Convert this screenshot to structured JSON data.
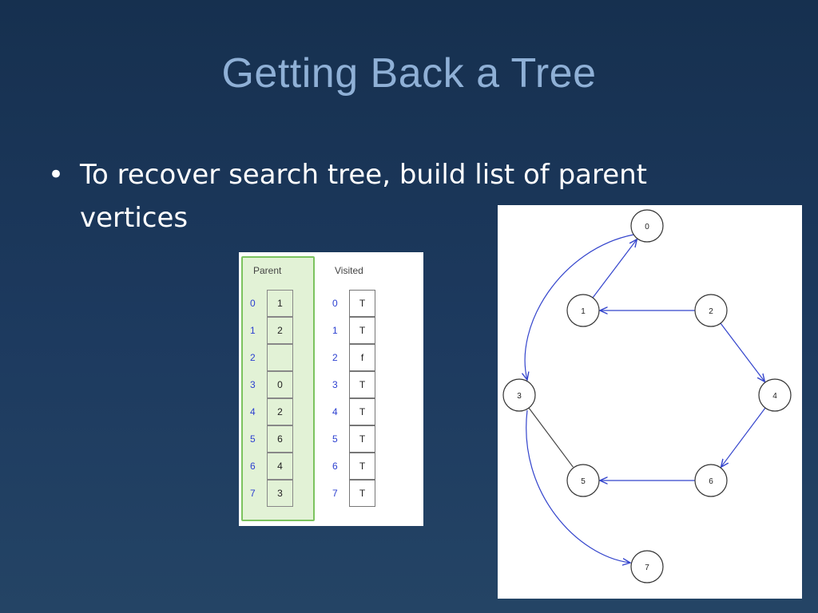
{
  "slide": {
    "title": "Getting Back a Tree",
    "bullet_symbol": "•",
    "bullet_text": "To recover search tree, build list of parent vertices"
  },
  "table": {
    "parent_header": "Parent",
    "visited_header": "Visited",
    "indices": [
      "0",
      "1",
      "2",
      "3",
      "4",
      "5",
      "6",
      "7"
    ],
    "parent_values": [
      "1",
      "2",
      "",
      "0",
      "2",
      "6",
      "4",
      "3"
    ],
    "visited_values": [
      "T",
      "T",
      "f",
      "T",
      "T",
      "T",
      "T",
      "T"
    ]
  },
  "graph": {
    "nodes": [
      {
        "id": "0",
        "label": "0"
      },
      {
        "id": "1",
        "label": "1"
      },
      {
        "id": "2",
        "label": "2"
      },
      {
        "id": "3",
        "label": "3"
      },
      {
        "id": "4",
        "label": "4"
      },
      {
        "id": "5",
        "label": "5"
      },
      {
        "id": "6",
        "label": "6"
      },
      {
        "id": "7",
        "label": "7"
      }
    ],
    "edges": [
      {
        "from": "1",
        "to": "0",
        "directed": true
      },
      {
        "from": "2",
        "to": "1",
        "directed": true
      },
      {
        "from": "2",
        "to": "4",
        "directed": true
      },
      {
        "from": "0",
        "to": "3",
        "directed": true
      },
      {
        "from": "4",
        "to": "6",
        "directed": true
      },
      {
        "from": "6",
        "to": "5",
        "directed": true
      },
      {
        "from": "3",
        "to": "5",
        "directed": false
      },
      {
        "from": "3",
        "to": "7",
        "directed": true
      }
    ],
    "colors": {
      "directed_edge": "#3344cc",
      "undirected_edge": "#444444",
      "node_stroke": "#333333"
    }
  }
}
